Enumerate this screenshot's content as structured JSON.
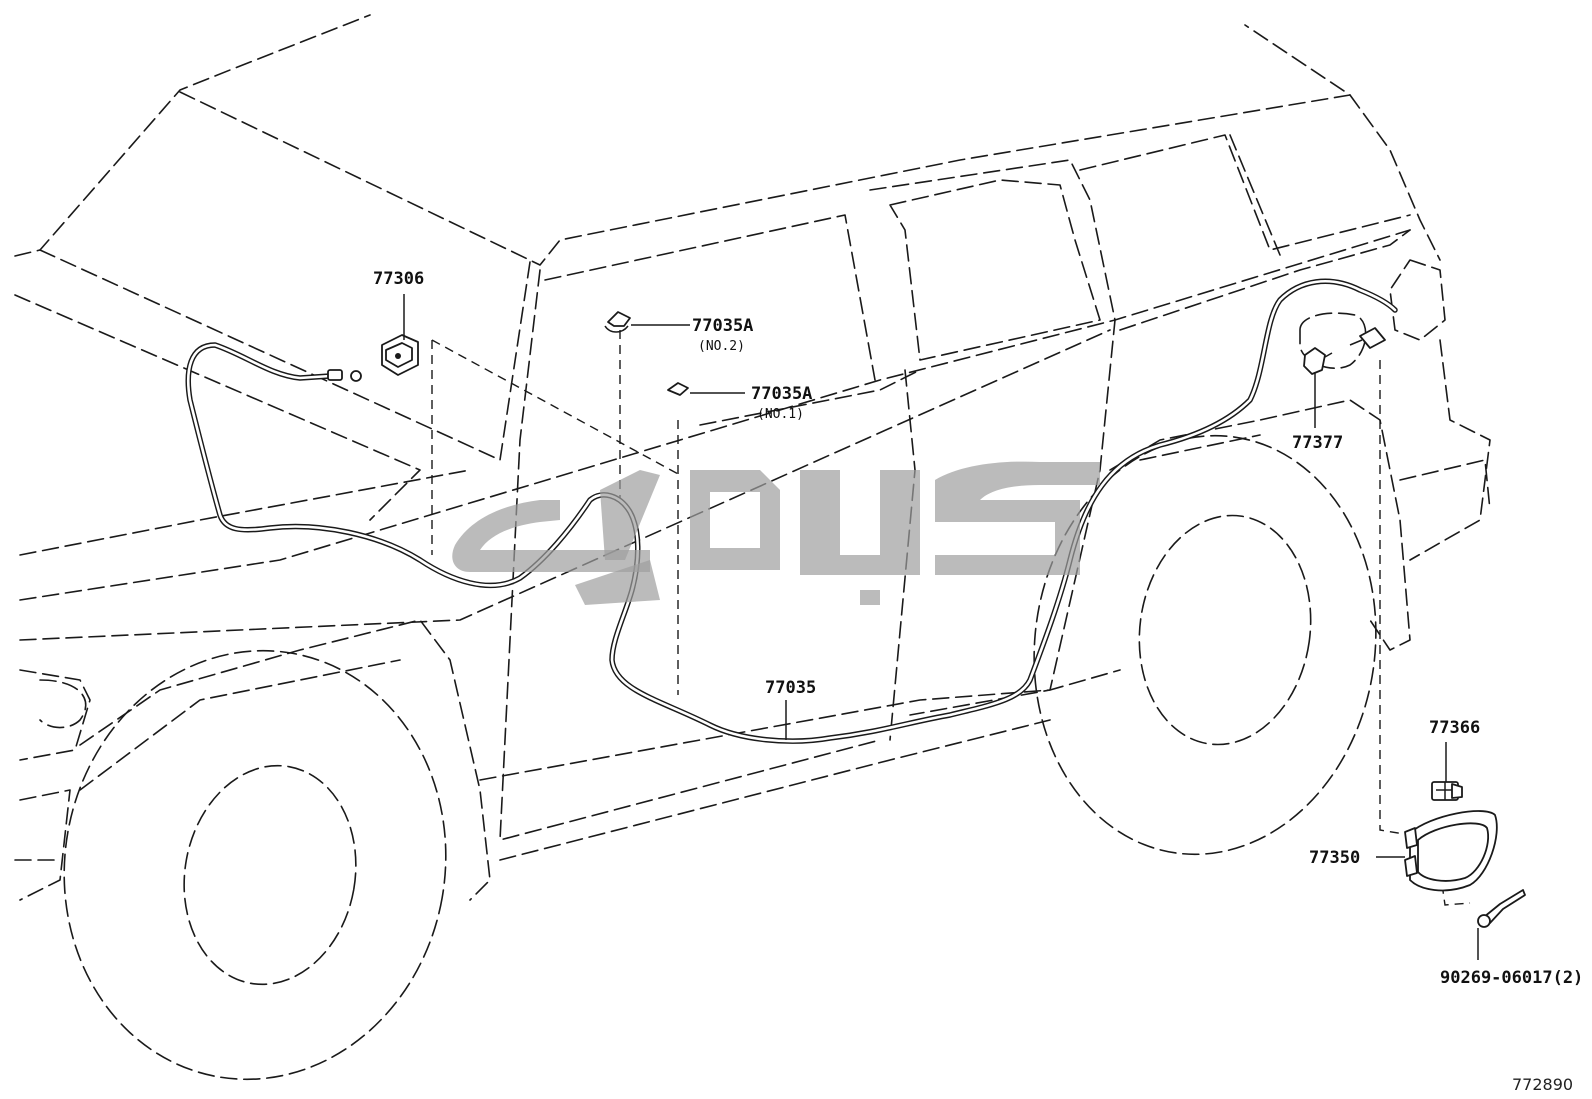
{
  "diagram": {
    "parts": [
      {
        "id": "p-77306",
        "label": "77306",
        "sub": ""
      },
      {
        "id": "p-77035A-no2",
        "label": "77035A",
        "sub": "(NO.2)"
      },
      {
        "id": "p-77035A-no1",
        "label": "77035A",
        "sub": "(NO.1)"
      },
      {
        "id": "p-77035",
        "label": "77035",
        "sub": ""
      },
      {
        "id": "p-77377",
        "label": "77377",
        "sub": ""
      },
      {
        "id": "p-77366",
        "label": "77366",
        "sub": ""
      },
      {
        "id": "p-77350",
        "label": "77350",
        "sub": ""
      },
      {
        "id": "p-90269",
        "label": "90269-06017(2)",
        "sub": ""
      }
    ],
    "figure_code": "772890"
  },
  "colors": {
    "line": "#1a1a1a",
    "watermark": "#9e9e9e",
    "background": "#ffffff"
  }
}
